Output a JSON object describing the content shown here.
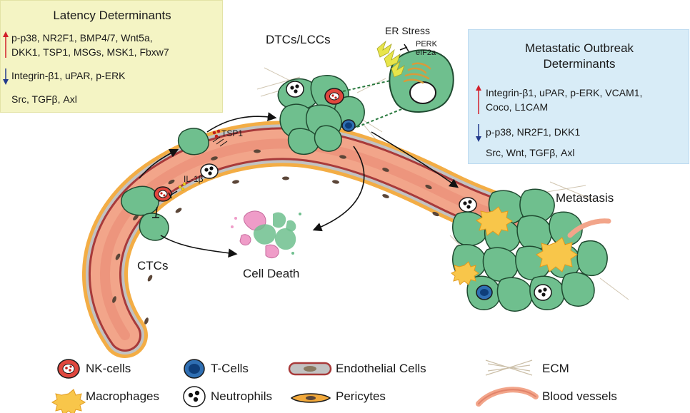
{
  "latency_panel": {
    "title": "Latency Determinants",
    "upregulated_line1": "p-p38, NR2F1, BMP4/7, Wnt5a,",
    "upregulated_line2": "DKK1, TSP1, MSGs, MSK1, Fbxw7",
    "downregulated": "Integrin-β1, uPAR, p-ERK",
    "neutral": "Src, TGFβ, Axl"
  },
  "outbreak_panel": {
    "title_line1": "Metastatic Outbreak",
    "title_line2": "Determinants",
    "upregulated_line1": "Integrin-β1, uPAR, p-ERK, VCAM1,",
    "upregulated_line2": "Coco, L1CAM",
    "downregulated": "p-p38, NR2F1, DKK1",
    "neutral": "Src, Wnt, TGFβ, Axl"
  },
  "labels": {
    "dtcs": "DTCs/LCCs",
    "er_stress": "ER Stress",
    "perk": "PERK",
    "eif2a": "eIF2a",
    "tsp1": "TSP1",
    "il1b": "IL-1β",
    "metastasis": "Metastasis",
    "ctcs": "CTCs",
    "cell_death": "Cell Death"
  },
  "legend": {
    "nk_cells": "NK-cells",
    "t_cells": "T-Cells",
    "endothelial": "Endothelial Cells",
    "ecm": "ECM",
    "macrophages": "Macrophages",
    "neutrophils": "Neutrophils",
    "pericytes": "Pericytes",
    "blood_vessels": "Blood vessels"
  },
  "colors": {
    "latency_panel_bg": "#f4f4c4",
    "outbreak_panel_bg": "#d8ecf7",
    "up_arrow": "#d21f2b",
    "down_arrow": "#233a8c",
    "cancer_cell": "#6fbf8e",
    "vessel": "#f2a58a",
    "pericyte": "#f2a93b",
    "nk_cell": "#e0473e",
    "t_cell": "#2f6fb3",
    "macrophage": "#f8c64a"
  }
}
